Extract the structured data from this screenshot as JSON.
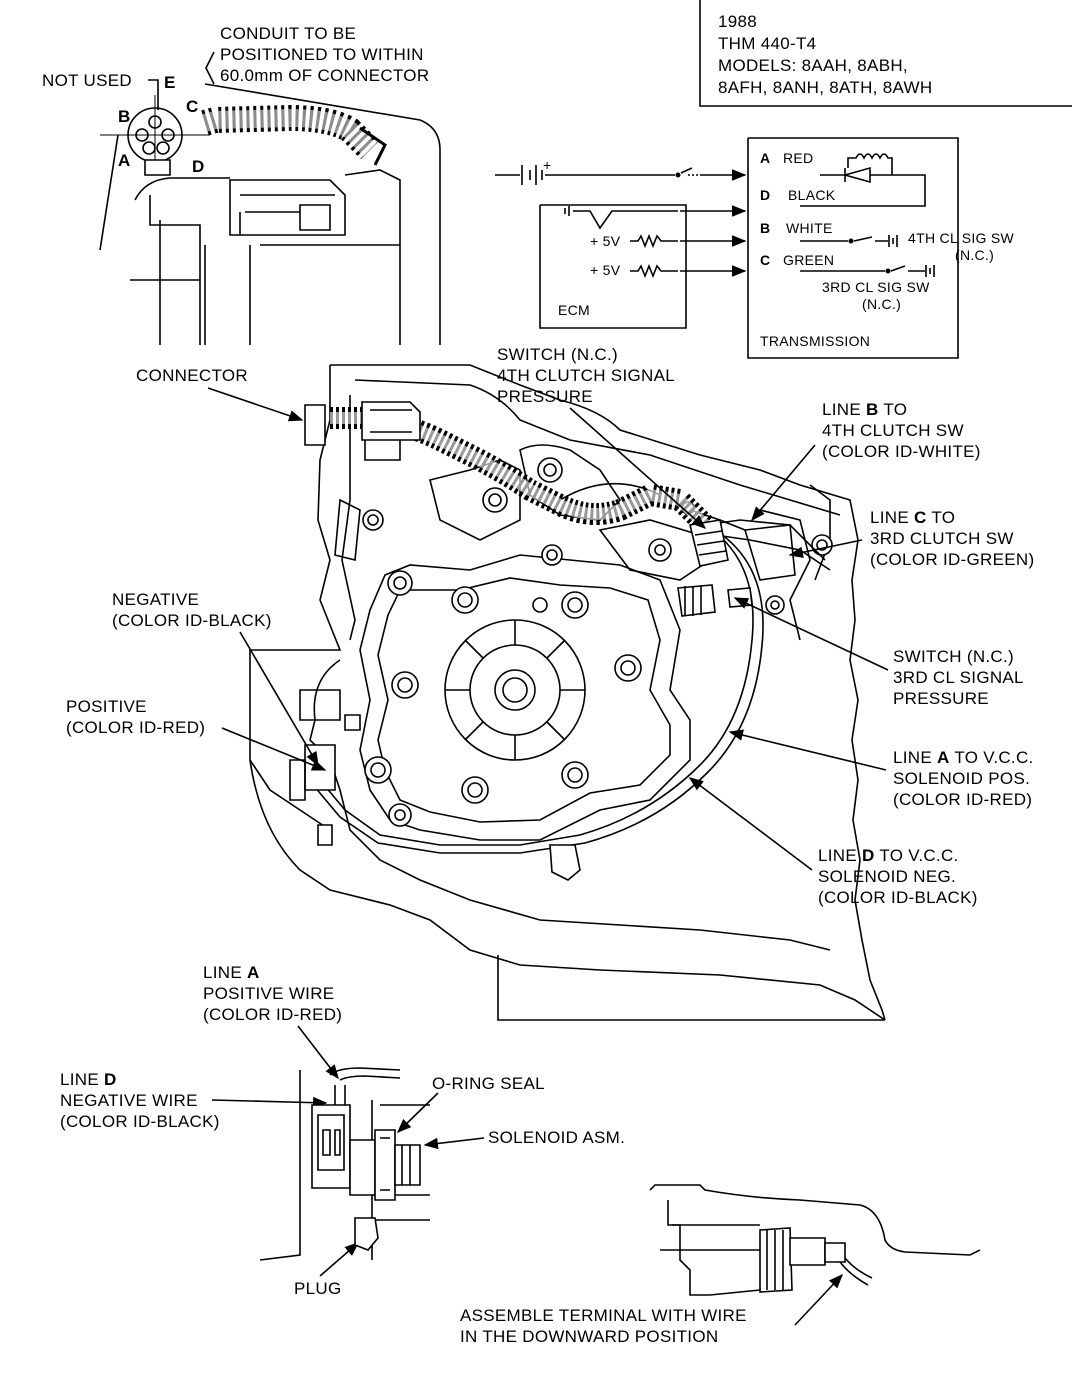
{
  "model_box": {
    "line1": "1988",
    "line2": "THM 440-T4",
    "line3": "MODELS: 8AAH, 8ABH,",
    "line4": "8AFH, 8ANH, 8ATH, 8AWH"
  },
  "connector_detail": {
    "conduit_line1": "CONDUIT TO BE",
    "conduit_line2": "POSITIONED TO WITHIN",
    "conduit_line3": "60.0mm OF CONNECTOR",
    "not_used": "NOT USED",
    "pin_a": "A",
    "pin_b": "B",
    "pin_c": "C",
    "pin_d": "D",
    "pin_e": "E"
  },
  "schematic": {
    "wire_a_letter": "A",
    "wire_a_color": "RED",
    "wire_d_letter": "D",
    "wire_d_color": "BLACK",
    "wire_b_letter": "B",
    "wire_b_color": "WHITE",
    "wire_c_letter": "C",
    "wire_c_color": "GREEN",
    "plus_sign": "+",
    "v5_1": "+ 5V",
    "v5_2": "+ 5V",
    "ecm": "ECM",
    "transmission": "TRANSMISSION",
    "sw4_line1": "4TH CL SIG SW",
    "sw4_line2": "(N.C.)",
    "sw3_line1": "3RD CL SIG SW",
    "sw3_line2": "(N.C.)"
  },
  "main_labels": {
    "connector": "CONNECTOR",
    "switch4_line1": "SWITCH (N.C.)",
    "switch4_line2": "4TH CLUTCH SIGNAL",
    "switch4_line3": "PRESSURE",
    "lineb_pre": "LINE ",
    "lineb_letter": "B",
    "lineb_post": " TO",
    "lineb_line2": "4TH CLUTCH SW",
    "lineb_line3": "(COLOR ID-WHITE)",
    "linec_pre": "LINE ",
    "linec_letter": "C",
    "linec_post": " TO",
    "linec_line2": "3RD CLUTCH SW",
    "linec_line3": "(COLOR ID-GREEN)",
    "negative_line1": "NEGATIVE",
    "negative_line2": "(COLOR ID-BLACK)",
    "switch3_line1": "SWITCH (N.C.)",
    "switch3_line2": "3RD CL SIGNAL",
    "switch3_line3": "PRESSURE",
    "positive_line1": "POSITIVE",
    "positive_line2": "(COLOR ID-RED)",
    "linea_pre": "LINE ",
    "linea_letter": "A",
    "linea_post": " TO V.C.C.",
    "linea_line2": "SOLENOID POS.",
    "linea_line3": "(COLOR ID-RED)",
    "lined_pre": "LINE ",
    "lined_letter": "D",
    "lined_post": " TO V.C.C.",
    "lined_line2": "SOLENOID NEG.",
    "lined_line3": "(COLOR ID-BLACK)"
  },
  "solenoid_detail": {
    "linea_pre": "LINE ",
    "linea_letter": "A",
    "linea_line2": "POSITIVE WIRE",
    "linea_line3": "(COLOR ID-RED)",
    "lined_pre": "LINE ",
    "lined_letter": "D",
    "lined_line2": "NEGATIVE WIRE",
    "lined_line3": "(COLOR ID-BLACK)",
    "oring": "O-RING SEAL",
    "solenoid": "SOLENOID ASM.",
    "plug": "PLUG"
  },
  "terminal_detail": {
    "line1": "ASSEMBLE TERMINAL WITH WIRE",
    "line2": "IN THE DOWNWARD POSITION"
  }
}
